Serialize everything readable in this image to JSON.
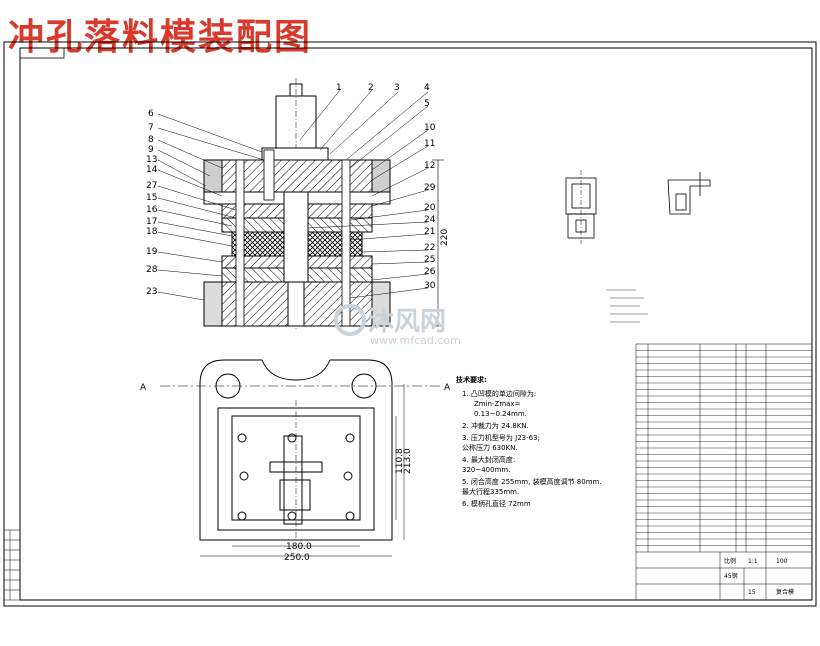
{
  "title": "冲孔落料模装配图",
  "part_numbers_left": [
    "6",
    "7",
    "8",
    "9",
    "13",
    "14",
    "27",
    "15",
    "16",
    "17",
    "18",
    "19",
    "28",
    "23"
  ],
  "part_numbers_right": [
    "1",
    "2",
    "3",
    "4",
    "5",
    "10",
    "11",
    "12",
    "29",
    "20",
    "24",
    "21",
    "22",
    "25",
    "26",
    "30"
  ],
  "section_mark": "A",
  "dimensions": {
    "height": "220",
    "width_inner": "180.0",
    "width_outer": "250.0",
    "depth_inner": "110.8",
    "depth_outer": "213.0"
  },
  "notes": {
    "heading": "技术要求:",
    "lines": [
      "1. 凸凹模的单边间隙为:",
      "Zmin-Zmax=",
      "0.13~0.24mm.",
      "2. 冲裁力为 24.8KN.",
      "3. 压力机型号为 J23-63;",
      "   公称压力 630KN.",
      "4. 最大封闭高度:",
      "   320~400mm.",
      "5. 闭合高度 255mm, 装模高度调节 80mm.",
      "   最大行程335mm.",
      "6. 模柄孔直径 72mm"
    ]
  },
  "watermark": {
    "cn": "沐风网",
    "en": "www.mfcad.com"
  },
  "title_block": {
    "scale_label": "比例",
    "scale_value": "1:1",
    "qty": "100",
    "material": "45钢",
    "name": "复合模",
    "sheet": "15"
  }
}
